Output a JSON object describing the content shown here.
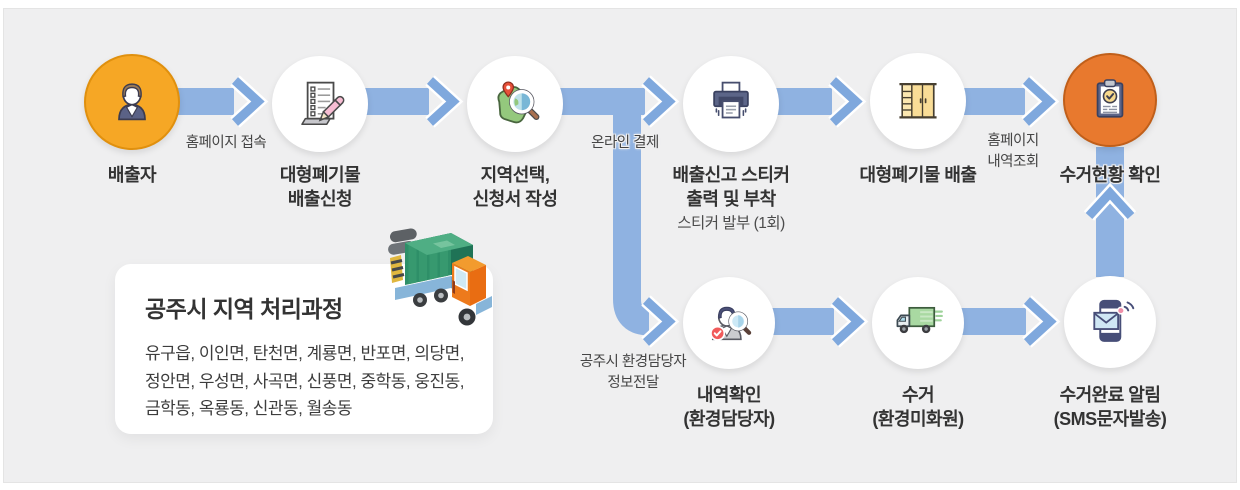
{
  "flow": {
    "nodes": [
      {
        "id": "emitter",
        "label1": "배출자",
        "icon": "person-icon",
        "circle": "orange-light"
      },
      {
        "id": "apply",
        "label1": "대형폐기물",
        "label2": "배출신청",
        "icon": "application-form-icon",
        "circle": "white"
      },
      {
        "id": "region",
        "label1": "지역선택,",
        "label2": "신청서 작성",
        "icon": "map-search-icon",
        "circle": "white"
      },
      {
        "id": "sticker",
        "label1": "배출신고 스티커",
        "label2": "출력 및 부착",
        "caption": "스티커 발부 (1회)",
        "icon": "printer-icon",
        "circle": "white"
      },
      {
        "id": "putout",
        "label1": "대형폐기물 배출",
        "icon": "furniture-icon",
        "circle": "white"
      },
      {
        "id": "status",
        "label1": "수거현황 확인",
        "icon": "clipboard-check-icon",
        "circle": "orange-dark"
      },
      {
        "id": "review",
        "label1": "내역확인",
        "label2": "(환경담당자)",
        "icon": "person-search-icon",
        "circle": "white"
      },
      {
        "id": "collect",
        "label1": "수거",
        "label2": "(환경미화원)",
        "icon": "truck-icon",
        "circle": "white"
      },
      {
        "id": "notify",
        "label1": "수거완료 알림",
        "label2": "(SMS문자발송)",
        "icon": "phone-sms-icon",
        "circle": "white"
      }
    ],
    "edge_labels": {
      "homepage_access": "홈페이지 접속",
      "online_payment": "온라인 결제",
      "homepage_lookup_line1": "홈페이지",
      "homepage_lookup_line2": "내역조회",
      "info_transfer_line1": "공주시 환경담당자",
      "info_transfer_line2": "정보전달"
    }
  },
  "info_box": {
    "title": "공주시 지역 처리과정",
    "lines": [
      "유구읍, 이인면, 탄천면, 계룡면, 반포면, 의당면,",
      "정안면, 우성면, 사곡면, 신풍면, 중학동, 웅진동,",
      "금학동, 옥룡동, 신관동, 월송동"
    ]
  },
  "colors": {
    "background": "#efeff0",
    "arrow_bar": "#8fb2e1",
    "arrow_chevron": "#7fa8dd",
    "node_orange_light": "#f6a725",
    "node_orange_light_border": "#e0900e",
    "node_orange_dark": "#e8792e",
    "node_orange_dark_border": "#c05f1a",
    "label_text": "#333333",
    "caption_text": "#4c4c4c"
  }
}
